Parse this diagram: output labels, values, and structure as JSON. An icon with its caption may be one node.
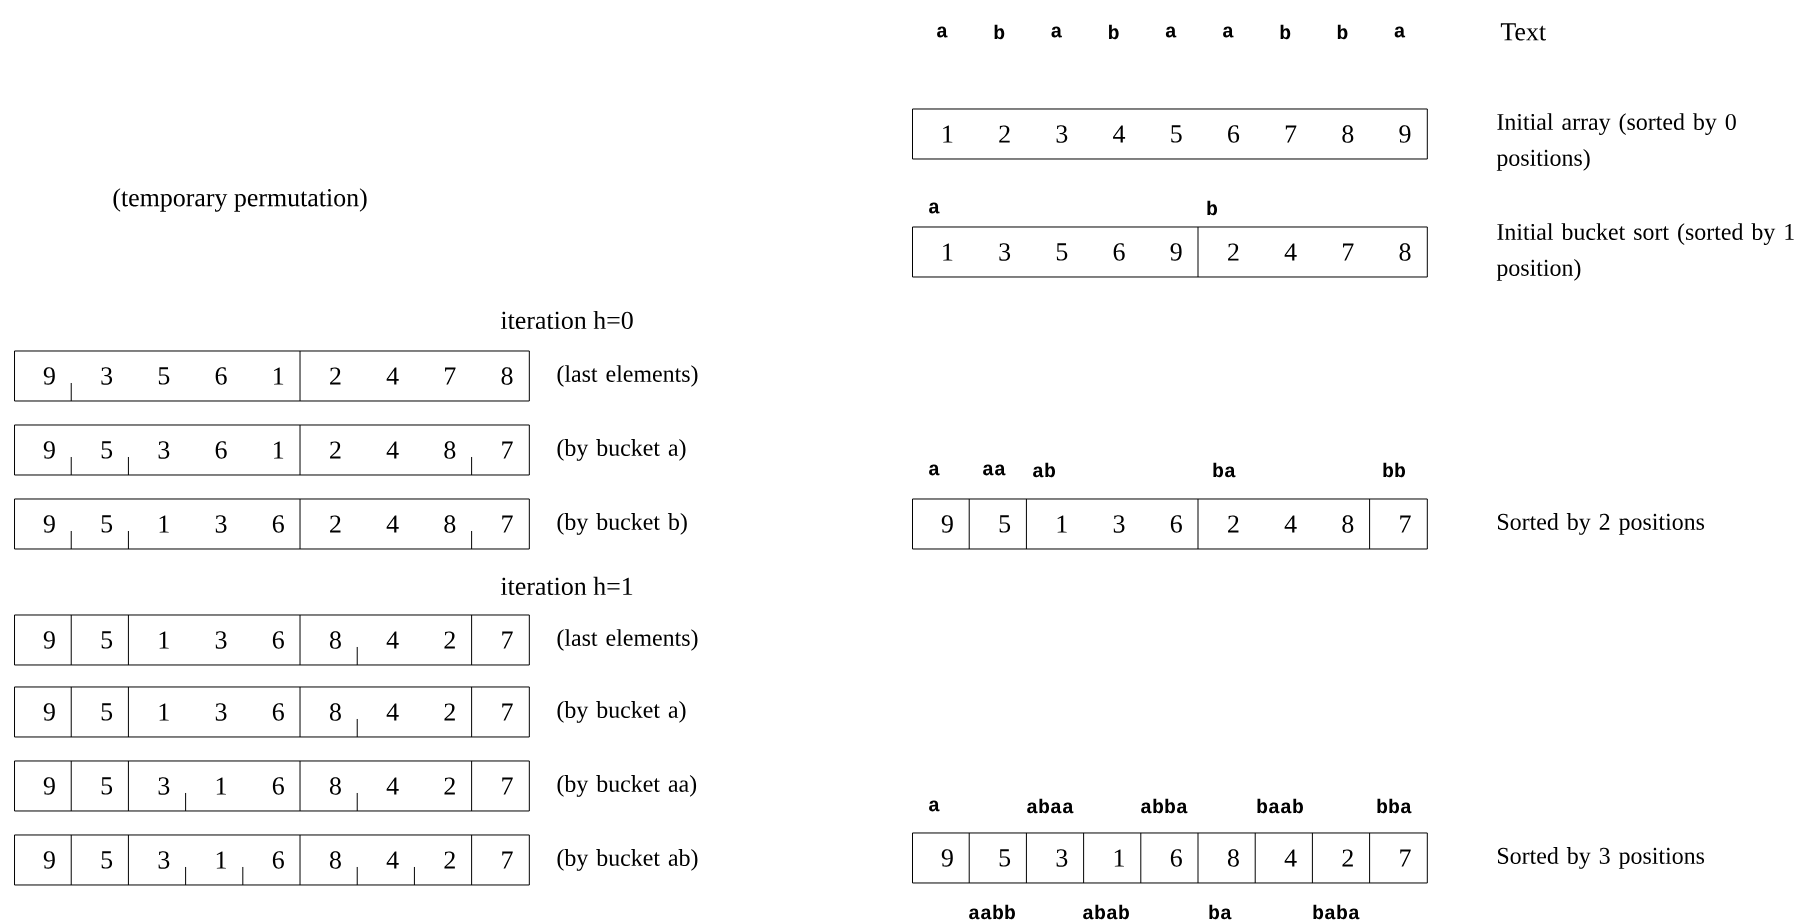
{
  "diagram": {
    "nodes": [
      {
        "text": [
          "1",
          "2",
          "3",
          "4",
          "5",
          "6",
          "7",
          "8",
          "9"
        ],
        "beside": [
          "Initial array (sorted by 0 positions)"
        ]
      },
      {
        "text": [
          "1",
          "3",
          "5",
          "6",
          "9",
          "2",
          "4",
          "7",
          "8"
        ],
        "beside": [
          "Initial bucket sort (sorted by 1 position)"
        ]
      },
      {
        "text": [
          "9",
          "3",
          "5",
          "6",
          "1",
          "2",
          "4",
          "7",
          "8"
        ],
        "beside": [
          "(last elements)"
        ]
      },
      {
        "text": [
          "9",
          "5",
          "3",
          "6",
          "1",
          "2",
          "4",
          "8",
          "7"
        ],
        "beside": [
          "(by bucket a)"
        ]
      },
      {
        "text": [
          "9",
          "5",
          "1",
          "3",
          "6",
          "2",
          "4",
          "8",
          "7"
        ],
        "beside": [
          "(by bucket b)"
        ]
      },
      {
        "text": [
          "9",
          "5",
          "1",
          "3",
          "6",
          "2",
          "4",
          "8",
          "7"
        ],
        "beside": [
          "Sorted by 2 positions"
        ]
      },
      {
        "text": [
          "9",
          "5",
          "1",
          "3",
          "6",
          "8",
          "4",
          "2",
          "7"
        ],
        "beside": [
          "(last elements)"
        ]
      },
      {
        "text": [
          "9",
          "5",
          "1",
          "3",
          "6",
          "8",
          "4",
          "2",
          "7"
        ],
        "beside": [
          "(by bucket a)"
        ]
      },
      {
        "text": [
          "9",
          "5",
          "3",
          "1",
          "6",
          "8",
          "4",
          "2",
          "7"
        ],
        "beside": [
          "(by bucket aa)"
        ]
      },
      {
        "text": [
          "9",
          "5",
          "3",
          "1",
          "6",
          "8",
          "4",
          "2",
          "7"
        ],
        "beside": [
          "(by bucket ab)"
        ]
      },
      {
        "text": [
          "9",
          "5",
          "3",
          "1",
          "6",
          "8",
          "4",
          "2",
          "7"
        ],
        "beside": [
          "Sorted by 3 positions"
        ]
      }
    ],
    "labels": [
      "a",
      "b",
      "a",
      "b",
      "a",
      "a",
      "b",
      "b",
      "a",
      "Text",
      "(temporary permutation)",
      "a",
      "b",
      "iteration h=0",
      "a",
      "aa",
      "ab",
      "ba",
      "bb",
      "iteration h=1",
      "a",
      "abaa",
      "abba",
      "baab",
      "bba",
      "aabb",
      "abab",
      "ba",
      "baba"
    ]
  }
}
